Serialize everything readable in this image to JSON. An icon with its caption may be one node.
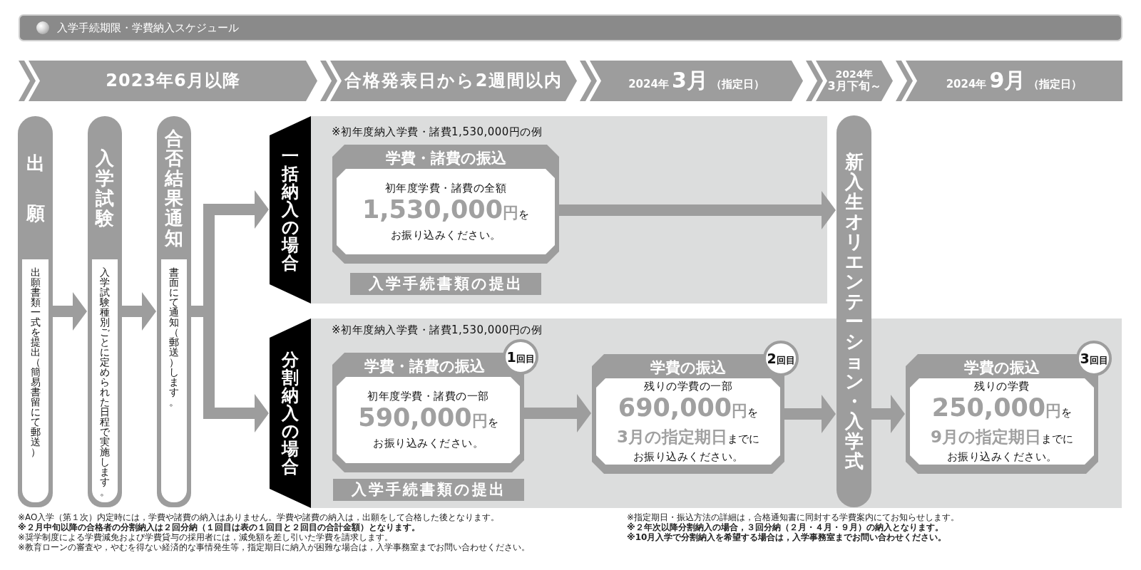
{
  "diagram": {
    "title": "入学手続期限・学費納入スケジュール",
    "nodes": [
      {
        "text": [
          "2023年6月以降"
        ]
      },
      {
        "text": [
          "合格発表日から2週間以内"
        ]
      },
      {
        "text": [
          "2024年",
          "3月",
          "（指定日）"
        ]
      },
      {
        "text": [
          "2024年",
          "3月下旬～"
        ]
      },
      {
        "text": [
          "2024年",
          "9月",
          "（指定日）"
        ]
      },
      {
        "text": [
          "出願",
          "出願書類一式を提出（簡易書留にて郵送）"
        ]
      },
      {
        "text": [
          "入学試験",
          "入学試験種別ごとに定められた日程で実施します。"
        ]
      },
      {
        "text": [
          "合否結果通知",
          "書面にて通知（郵送）します。"
        ]
      },
      {
        "text": [
          "一括納入の場合"
        ]
      },
      {
        "text": [
          "※初年度納入学費・諸費1,530,000円の例"
        ]
      },
      {
        "text": [
          "学費・諸費の振込",
          "初年度学費・諸費の全額",
          "**1,530,000円**を",
          "お振り込みください。"
        ],
        "in": 9
      },
      {
        "text": [
          "入学手続書類の提出"
        ],
        "in": 9
      },
      {
        "text": [
          "分割納入の場合"
        ]
      },
      {
        "text": [
          "※初年度納入学費・諸費1,530,000円の例"
        ]
      },
      {
        "text": [
          "学費・諸費の振込",
          "初年度学費・諸費の一部",
          "**590,000円**を",
          "お振り込みください。"
        ],
        "in": 13
      },
      {
        "text": [
          "1回目"
        ],
        "in": 13
      },
      {
        "text": [
          "入学手続書類の提出"
        ],
        "in": 13
      },
      {
        "text": [
          "学費の振込",
          "残りの学費の一部",
          "**690,000円**を",
          "**3月の指定期日**までに",
          "お振り込みください。"
        ],
        "in": 13
      },
      {
        "text": [
          "2回目"
        ],
        "in": 13
      },
      {
        "text": [
          "新入生オリエンテーション・入学式"
        ]
      },
      {
        "text": [
          "学費の振込",
          "残りの学費",
          "**250,000円**を",
          "**9月の指定期日**までに",
          "お振り込みください。"
        ],
        "in": 13
      },
      {
        "text": [
          "3回目"
        ],
        "in": 13
      }
    ],
    "edges": [
      {
        "from": null,
        "to": 0,
        "arrow": "to"
      },
      {
        "from": 0,
        "to": 1,
        "arrow": "to"
      },
      {
        "from": 1,
        "to": 2,
        "arrow": "to"
      },
      {
        "from": 2,
        "to": 3,
        "arrow": "to"
      },
      {
        "from": 3,
        "to": 4,
        "arrow": "to"
      },
      {
        "from": 5,
        "to": 6,
        "arrow": "to"
      },
      {
        "from": 6,
        "to": 7,
        "arrow": "to"
      },
      {
        "from": 7,
        "to": 8,
        "arrow": "to"
      },
      {
        "from": 7,
        "to": 12,
        "arrow": "to"
      },
      {
        "from": 10,
        "to": 19,
        "arrow": "to"
      },
      {
        "from": 14,
        "to": 17,
        "arrow": "to"
      },
      {
        "from": 17,
        "to": 19,
        "arrow": "to"
      },
      {
        "from": 19,
        "to": 20,
        "arrow": "to"
      }
    ],
    "labels": [
      "※AO入学（第１次）内定時には，学費や諸費の納入はありません。学費や諸費の納入は，出願をして合格した後となります。",
      "※２月中旬以降の合格者の分割納入は２回分納（１回目は表の１回目と２回目の合計金額）となります。",
      "※奨学制度による学費減免および学費貸与の採用者には，減免額を差し引いた学費を請求します。",
      "※教育ローンの審査や，やむを得ない経済的な事情発生等，指定期日に納入が困難な場合は，入学事務室までお問い合わせください。",
      "※指定期日・振込方法の詳細は，合格通知書に同封する学費案内にてお知らせします。",
      "※２年次以降分割納入の場合，３回分納（２月・４月・９月）の納入となります。",
      "※10月入学で分割納入を希望する場合は，入学事務室までお問い合わせください。"
    ]
  }
}
